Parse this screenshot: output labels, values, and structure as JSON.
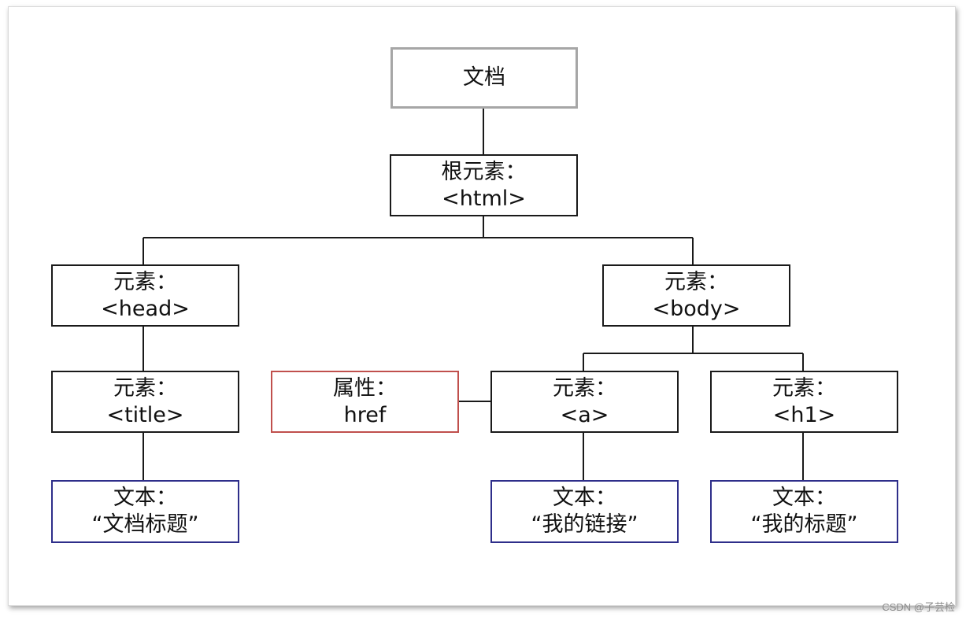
{
  "nodes": {
    "document": {
      "label": "文档"
    },
    "html": {
      "line1": "根元素：",
      "line2": "<html>"
    },
    "head": {
      "line1": "元素：",
      "line2": "<head>"
    },
    "body": {
      "line1": "元素：",
      "line2": "<body>"
    },
    "title": {
      "line1": "元素：",
      "line2": "<title>"
    },
    "href": {
      "line1": "属性：",
      "line2": "href"
    },
    "a": {
      "line1": "元素：",
      "line2": "<a>"
    },
    "h1": {
      "line1": "元素：",
      "line2": "<h1>"
    },
    "text_title": {
      "line1": "文本：",
      "line2": "“文档标题”"
    },
    "text_a": {
      "line1": "文本：",
      "line2": "“我的链接”"
    },
    "text_h1": {
      "line1": "文本：",
      "line2": "“我的标题”"
    }
  },
  "colors": {
    "document_border": "#a6a6a6",
    "element_border": "#1a1a1a",
    "attribute_border": "#c0504d",
    "text_border": "#2e2e8a"
  },
  "watermark": "CSDN @子芸检"
}
